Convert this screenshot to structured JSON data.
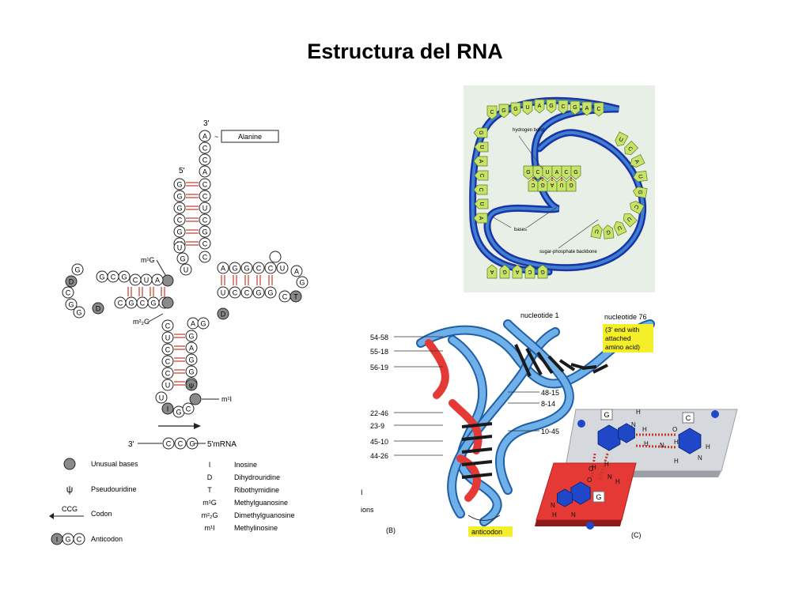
{
  "page": {
    "title": "Estructura del RNA"
  },
  "trna_cloverleaf": {
    "three_prime": "3'",
    "five_prime": "5'",
    "amino_acid": "Alanine",
    "acceptor_tail": [
      "A",
      "C",
      "C",
      "A"
    ],
    "acceptor_left": [
      "G",
      "G",
      "G",
      "C",
      "G",
      "U"
    ],
    "acceptor_right": [
      "C",
      "C",
      "U",
      "C",
      "G",
      "C"
    ],
    "junction_left": [
      "U",
      "G",
      "U"
    ],
    "junction_right": [
      "C"
    ],
    "d_stem_top": [
      "A",
      "U",
      "C",
      "G",
      "C",
      "G"
    ],
    "d_stem_bottom": [
      "A",
      "G",
      "C",
      "G",
      "C"
    ],
    "d_loop": [
      "G",
      "D",
      "C",
      "G",
      "G",
      "D"
    ],
    "t_stem_top": [
      "A",
      "G",
      "G",
      "C",
      "C",
      "U"
    ],
    "t_stem_bottom": [
      "U",
      "C",
      "C",
      "G",
      "G"
    ],
    "t_loop": [
      "A",
      "G",
      "C",
      "T"
    ],
    "anticodon_stem_left": [
      "C",
      "U",
      "C",
      "C",
      "C",
      "U"
    ],
    "anticodon_stem_right": [
      "G",
      "A",
      "G",
      "G",
      "G"
    ],
    "variable_loop": [
      "A",
      "G",
      "D"
    ],
    "anticodon_loop": [
      "U",
      "I",
      "G",
      "C"
    ],
    "label_m1G": "m¹G",
    "label_m22G": "m²₂G",
    "label_m1I": "m¹I",
    "codon_label_3": "3'",
    "codon_label_5": "5'mRNA",
    "codon_bases": [
      "C",
      "C",
      "G"
    ],
    "legend_left": [
      {
        "label": "Unusual bases"
      },
      {
        "symbol": "ψ",
        "label": "Pseudouridine"
      },
      {
        "symbol": "CCG",
        "label": "Codon"
      },
      {
        "label": "Anticodon",
        "bases": [
          "I",
          "G",
          "C"
        ]
      }
    ],
    "legend_right": [
      {
        "abbr": "I",
        "name": "Inosine"
      },
      {
        "abbr": "D",
        "name": "Dihydrouridine"
      },
      {
        "abbr": "T",
        "name": "Ribothymidine"
      },
      {
        "abbr": "m¹G",
        "name": "Methylguanosine"
      },
      {
        "abbr": "m²₂G",
        "name": "Dimethylguanosine"
      },
      {
        "abbr": "m¹I",
        "name": "Methylinosine"
      }
    ]
  },
  "hairpin": {
    "label_hydrogen_bond": "hydrogen bond",
    "label_bases": "bases",
    "label_backbone": "sugar-phosphate backbone",
    "top_bases": [
      "C",
      "G",
      "G",
      "U",
      "A",
      "G",
      "C",
      "G",
      "A",
      "C"
    ],
    "left_bases": [
      "G",
      "U",
      "A",
      "C",
      "C",
      "U",
      "A"
    ],
    "inner_bases": [
      "G",
      "C",
      "U",
      "A",
      "C",
      "G"
    ],
    "inner_partner_bases": [
      "C",
      "G",
      "A",
      "U",
      "G"
    ],
    "loop_bases": [
      "U",
      "C",
      "A",
      "U",
      "G",
      "C",
      "U",
      "U",
      "G",
      "U"
    ],
    "bottom_bases": [
      "A",
      "G",
      "A",
      "C",
      "G"
    ]
  },
  "tertiary": {
    "nucleotide_1": "nucleotide 1",
    "nucleotide_76": "nucleotide 76",
    "note_3prime": [
      "(3' end with",
      "attached",
      "amino acid)"
    ],
    "left_labels": [
      "54-58",
      "55-18",
      "56-19",
      "22-46",
      "23-9",
      "45-10",
      "44-26"
    ],
    "right_labels": [
      "48-15",
      "8-14",
      "10-45"
    ],
    "label_I": "I",
    "label_ions": "ions",
    "panel_b": "(B)",
    "panel_c": "(C)",
    "anticodon": "anticodon",
    "triple_top_left": "G",
    "triple_top_right": "C",
    "triple_bottom": "G",
    "atoms": {
      "H": "H",
      "N": "N",
      "O": "O"
    }
  }
}
